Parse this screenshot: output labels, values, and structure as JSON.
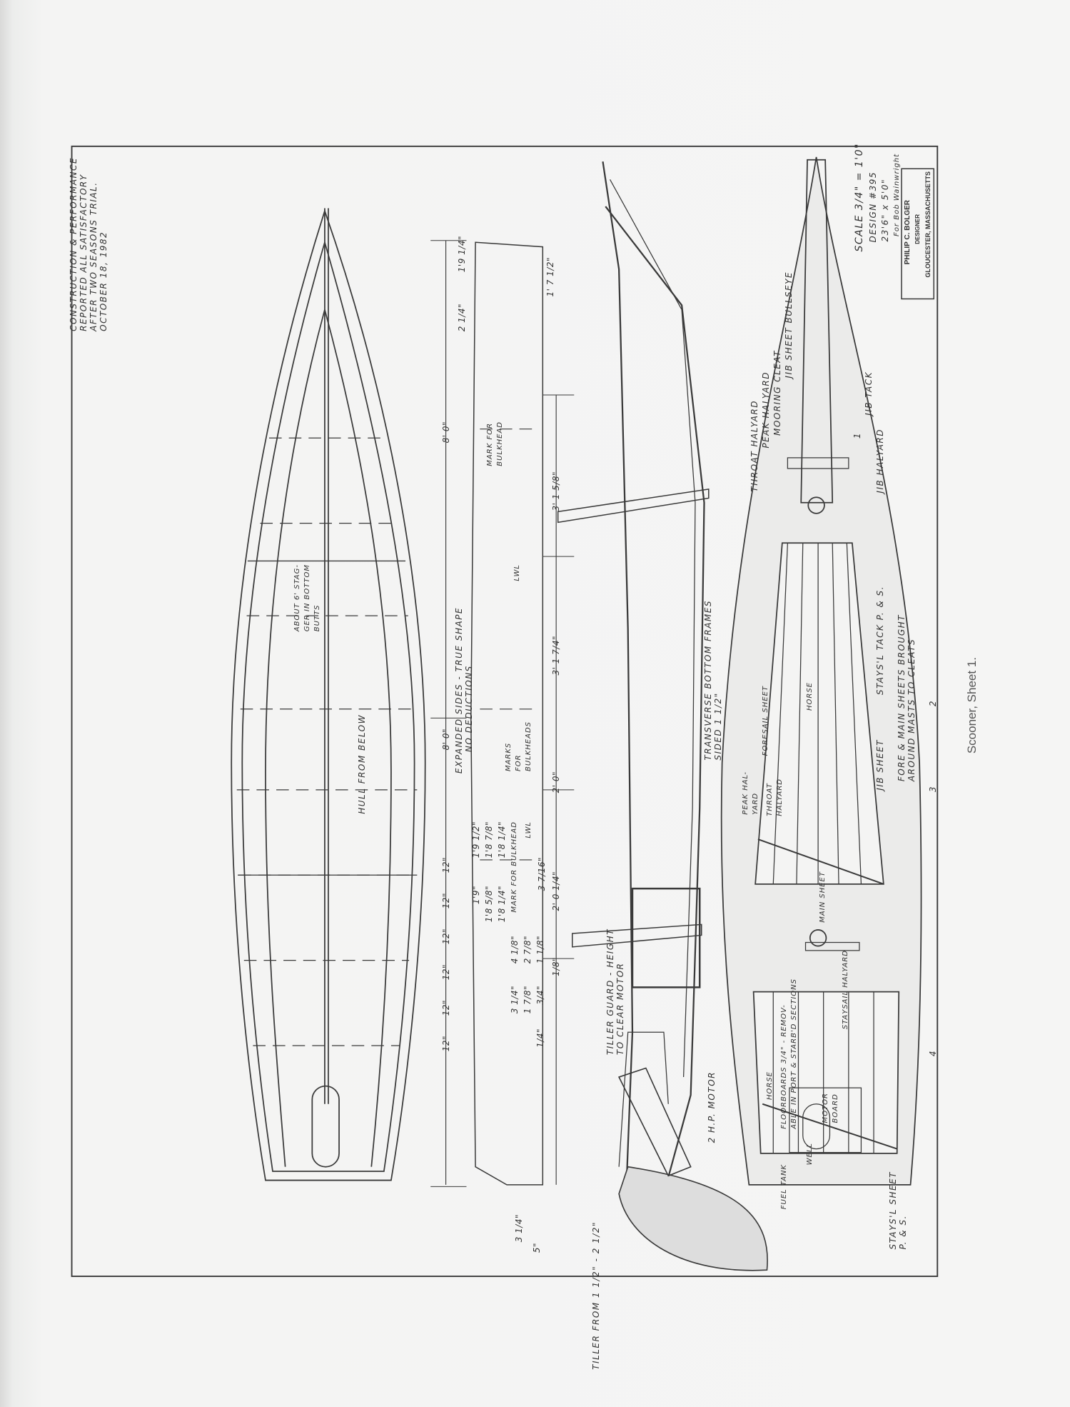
{
  "note": {
    "line1": "CONSTRUCTION & PERFORMANCE",
    "line2": "REPORTED ALL SATISFACTORY",
    "line3": "AFTER TWO SEASONS TRIAL.",
    "line4": "OCTOBER 18, 1982"
  },
  "hull_plan": {
    "title": "HULL FROM BELOW",
    "stagger_note": [
      "ABOUT 6' STAG-",
      "GER IN BOTTOM",
      "BUTTS"
    ]
  },
  "expanded_sides": {
    "title_line1": "EXPANDED SIDES - TRUE SHAPE",
    "title_line2": "NO DEDUCTIONS",
    "mark_bulkhead_upper": [
      "MARK FOR",
      "BULKHEAD"
    ],
    "marks_bulkheads": [
      "MARKS",
      "FOR",
      "BULKHEADS"
    ],
    "mark_bulkhead_lower": "MARK FOR BULKHEAD",
    "dimensions": {
      "top_a": "1'9 1/4\"",
      "top_b": "2 1/4\"",
      "top_c": "1' 7 1/2\"",
      "len_fwd": "8' 0\"",
      "len_aft": "8' 0\"",
      "seg1": "3' 1 5/8\"",
      "seg2": "3' 1 7/4\"",
      "seg3": "2' 0\"",
      "seg4": "2' 0 1/4\"",
      "seg5": "1/8\"",
      "twelves": [
        "12\"",
        "12\"",
        "12\"",
        "12\"",
        "12\"",
        "12\""
      ],
      "girth": [
        "1'9 1/2\"",
        "1'9\"",
        "1'8 7/8\"",
        "1'8 5/8\"",
        "1'8 1/4\"",
        "1'8 1/4\""
      ],
      "offsets": [
        "4 1/8\"",
        "3 1/4\"",
        "2 7/8\"",
        "1 7/8\"",
        "1 1/8\"",
        "3/4\"",
        "1/4\""
      ],
      "stern_a": "3 1/4\"",
      "stern_b": "3 7/16\"",
      "stern_c": "5\"",
      "lwl": [
        "LWL",
        "LWL"
      ]
    }
  },
  "profile": {
    "tiller_guard": [
      "TILLER GUARD - HEIGHT",
      "TO CLEAR MOTOR"
    ],
    "tiller": "TILLER FROM 1 1/2\" - 2 1/2\"",
    "motor": "2 H.P. MOTOR",
    "frames": [
      "TRANSVERSE BOTTOM FRAMES",
      "SIDED 1 1/2\""
    ]
  },
  "deck_plan": {
    "throat_halyard_fwd": "THROAT HALYARD",
    "peak_halyard_fwd": "PEAK HALYARD",
    "mooring_cleat": "MOORING CLEAT",
    "jib_sheet_bullseye": "JIB SHEET BULLSEYE",
    "jib_tack": "JIB TACK",
    "jib_halyard": "JIB HALYARD",
    "horse_fwd": "HORSE",
    "jib_sheet": "JIB SHEET",
    "staysl_tack": "STAYS'L TACK P. & S.",
    "fore_main_note": [
      "FORE & MAIN SHEETS BROUGHT",
      "AROUND MASTS TO CLEATS"
    ],
    "foresail_sheet": "FORESAIL SHEET",
    "peak_halyard_aft": [
      "PEAK HAL-",
      "YARD"
    ],
    "throat_halyard_aft": [
      "THROAT",
      "HALYARD"
    ],
    "floorboards": [
      "FLOORBOARDS 3/4\" - REMOV-",
      "ABLE IN PORT & STARB'D SECTIONS"
    ],
    "main_sheet": "MAIN SHEET",
    "staysail_halyard": "STAYSAIL HALYARD",
    "horse_aft": "HORSE",
    "fuel_tank": "FUEL TANK",
    "well": "WELL",
    "motor_board": [
      "MOTOR",
      "BOARD"
    ],
    "staysl_sheet": [
      "STAYS'L SHEET",
      "P. & S."
    ],
    "stations": [
      "1",
      "2",
      "3",
      "4"
    ]
  },
  "title_block": {
    "scale": "SCALE 3/4\" = 1'0\"",
    "design": "DESIGN #395",
    "dims": "23'6\" x 5'0\"",
    "client": "For Bob Wainwright",
    "designer_name": "PHILIP C. BOLGER",
    "designer_role": "DESIGNER",
    "location": "GLOUCESTER, MASSACHUSETTS"
  },
  "caption": "Scooner, Sheet 1.",
  "colors": {
    "paper": "#f4f4f3",
    "ink": "#3a3a3a"
  }
}
